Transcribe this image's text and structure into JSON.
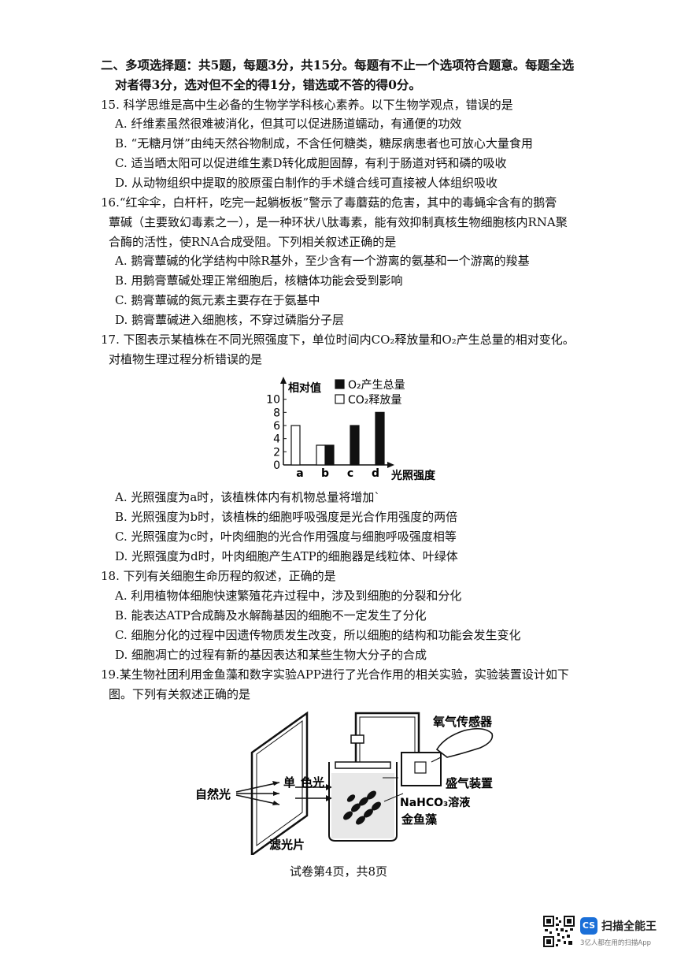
{
  "section": {
    "title_line1": "二、多项选择题：共5题，每题3分，共15分。每题有不止一个选项符合题意。每题全选",
    "title_line2": "对者得3分，选对但不全的得1分，错选或不答的得0分。"
  },
  "q15": {
    "stem": "15. 科学思维是高中生必备的生物学学科核心素养。以下生物学观点，错误的是",
    "A": "A. 纤维素虽然很难被消化，但其可以促进肠道蠕动，有通便的功效",
    "B": "B. “无糖月饼”由纯天然谷物制成，不含任何糖类，糖尿病患者也可放心大量食用",
    "C": "C. 适当晒太阳可以促进维生素D转化成胆固醇，有利于肠道对钙和磷的吸收",
    "D": "D. 从动物组织中提取的胶原蛋白制作的手术缝合线可直接被人体组织吸收"
  },
  "q16": {
    "stem1": "16.“红伞伞，白杆杆，吃完一起躺板板”警示了毒蘑菇的危害，其中的毒蝇伞含有的鹅膏",
    "stem2": "蕈碱（主要致幻毒素之一），是一种环状八肽毒素，能有效抑制真核生物细胞核内RNA聚",
    "stem3": "合酶的活性，使RNA合成受阻。下列相关叙述正确的是",
    "A": "A. 鹅膏蕈碱的化学结构中除R基外，至少含有一个游离的氨基和一个游离的羧基",
    "B": "B. 用鹅膏蕈碱处理正常细胞后，核糖体功能会受到影响",
    "C": "C. 鹅膏蕈碱的氮元素主要存在于氨基中",
    "D": "D. 鹅膏蕈碱进入细胞核，不穿过磷脂分子层"
  },
  "q17": {
    "stem1": "17. 下图表示某植株在不同光照强度下，单位时间内CO₂释放量和O₂产生总量的相对变化。",
    "stem2": "对植物生理过程分析错误的是",
    "A": "A. 光照强度为a时，该植株体内有机物总量将增加`",
    "B": "B. 光照强度为b时，该植株的细胞呼吸强度是光合作用强度的两倍",
    "C": "C. 光照强度为c时，叶肉细胞的光合作用强度与细胞呼吸强度相等",
    "D": "D. 光照强度为d时，叶肉细胞产生ATP的细胞器是线粒体、叶绿体"
  },
  "chart_data": {
    "type": "bar",
    "categories": [
      "a",
      "b",
      "c",
      "d"
    ],
    "series": [
      {
        "name": "O₂产生总量",
        "values": [
          0,
          3,
          6,
          8
        ],
        "color": "#111111"
      },
      {
        "name": "CO₂释放量",
        "values": [
          6,
          3,
          0,
          0
        ],
        "color": "#ffffff"
      }
    ],
    "ylabel": "相对值",
    "xlabel": "光照强度",
    "yticks": [
      0,
      2,
      4,
      6,
      8,
      10
    ],
    "ylim": [
      0,
      12
    ]
  },
  "q18": {
    "stem": "18. 下列有关细胞生命历程的叙述，正确的是",
    "A": "A. 利用植物体细胞快速繁殖花卉过程中，涉及到细胞的分裂和分化",
    "B": "B. 能表达ATP合成酶及水解酶基因的细胞不一定发生了分化",
    "C": "C. 细胞分化的过程中因遗传物质发生改变，所以细胞的结构和功能会发生变化",
    "D": "D. 细胞凋亡的过程有新的基因表达和某些生物大分子的合成"
  },
  "q19": {
    "stem1": "19.某生物社团利用金鱼藻和数字实验APP进行了光合作用的相关实验，实验装置设计如下",
    "stem2": "图。下列有关叙述正确的是"
  },
  "diagram": {
    "natural_light": "自然光",
    "mono_light_1": "单",
    "mono_light_2": "色光",
    "filter": "滤光片",
    "oxygen_sensor": "氧气传感器",
    "gas_container": "盛气装置",
    "solution": "NaHCO₃溶液",
    "plant": "金鱼藻"
  },
  "footer": {
    "page": "试卷第4页，共8页"
  },
  "brand": {
    "logo": "CS",
    "name": "扫描全能王",
    "tagline": "3亿人都在用的扫描App"
  }
}
